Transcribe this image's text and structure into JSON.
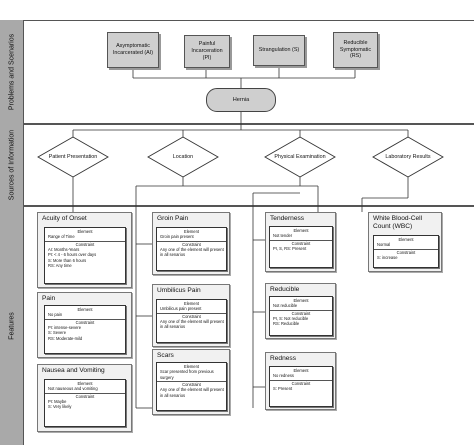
{
  "sections": {
    "problems": "Problems and Scenarios",
    "sources": "Sources of Information",
    "features": "Features"
  },
  "problems": [
    {
      "label": "Asymptomatic Incarcerated (AI)"
    },
    {
      "label": "Painful Incarceration (PI)"
    },
    {
      "label": "Strangulation (S)"
    },
    {
      "label": "Reducible Symptomatic (RS)"
    }
  ],
  "hernia": "Hernia",
  "sources": [
    {
      "label": "Patient Presentation"
    },
    {
      "label": "Location"
    },
    {
      "label": "Physical Examination"
    },
    {
      "label": "Laboratory Results"
    }
  ],
  "features": [
    {
      "title": "Acuity of Onset",
      "element_header": "Element",
      "element": "Range of Time",
      "constraint_header": "Constraint",
      "constraints": [
        "AI: Months-Years",
        "PI: < 4 - 6 hours over days",
        "S: More than 6 hours",
        "RS: Any time"
      ]
    },
    {
      "title": "Pain",
      "element_header": "Element",
      "element": "No pain",
      "constraint_header": "Constraint",
      "constraints": [
        "PI: intense-severe",
        "S: Severe",
        "RS: Moderate-mild"
      ]
    },
    {
      "title": "Nausea and Vomiting",
      "element_header": "Element",
      "element": "Not nauseous and vomiting",
      "constraint_header": "Constraint",
      "constraints": [
        "PI: Maybe",
        "S: Very likely"
      ]
    },
    {
      "title": "Groin Pain",
      "element_header": "Element",
      "element": "Groin pain present",
      "constraint_header": "Constraint",
      "constraints": [
        "Any one of the element will present in all senarios"
      ]
    },
    {
      "title": "Umbilicus Pain",
      "element_header": "Element",
      "element": "Umbilicus pain present",
      "constraint_header": "Constraint",
      "constraints": [
        "Any one of the element will present in all senarios"
      ]
    },
    {
      "title": "Scars",
      "element_header": "Element",
      "element": "Scar presented from previous surgery",
      "constraint_header": "Constraint",
      "constraints": [
        "Any one of the element will present in all senarios"
      ]
    },
    {
      "title": "Tenderness",
      "element_header": "Element",
      "element": "Not tender",
      "constraint_header": "Constraint",
      "constraints": [
        "PI, S, RS: Present"
      ]
    },
    {
      "title": "Reducible",
      "element_header": "Element",
      "element": "Not reducible",
      "constraint_header": "Constraint",
      "constraints": [
        "PI, S: Not reducible",
        "RS: Reducible"
      ]
    },
    {
      "title": "Redness",
      "element_header": "Element",
      "element": "No redness",
      "constraint_header": "Constraint",
      "constraints": [
        "S: Present"
      ]
    },
    {
      "title": "White Blood-Cell Count (WBC)",
      "element_header": "Element",
      "element": "Normal",
      "constraint_header": "Constraint",
      "constraints": [
        "S: increase"
      ]
    }
  ]
}
